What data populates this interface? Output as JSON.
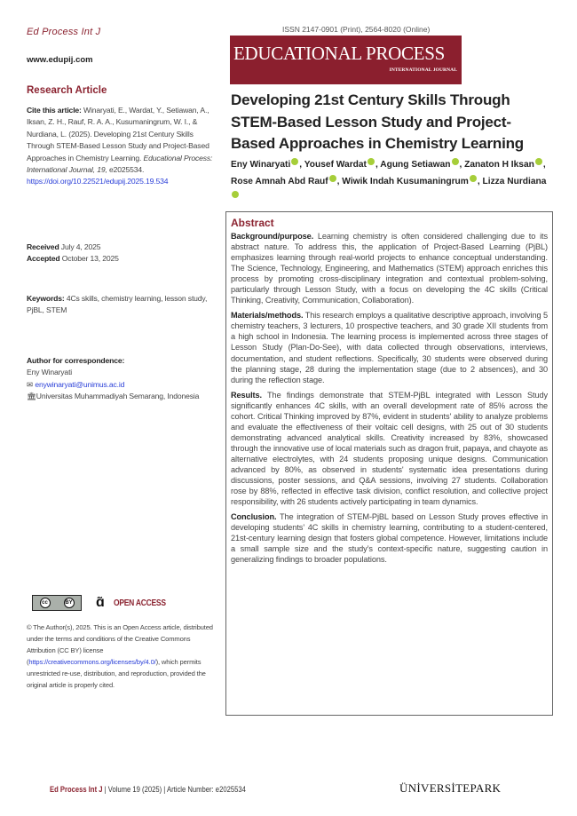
{
  "header": {
    "journal_short": "Ed Process Int J",
    "website": "www.edupij.com",
    "issn": "ISSN 2147-0901 (Print), 2564-8020 (Online)",
    "logo_main": "EDUCATIONAL PROCESS",
    "logo_sub": "INTERNATIONAL JOURNAL"
  },
  "sidebar": {
    "article_type": "Research Article",
    "cite_label": "Cite this article:",
    "cite_text": "Winaryati, E., Wardat, Y., Setiawan, A., Iksan, Z. H., Rauf, R. A. A., Kusumaningrum, W. I., & Nurdiana, L. (2025). Developing 21st Century Skills Through STEM-Based Lesson Study and Project-Based Approaches in Chemistry Learning.",
    "cite_journal": "Educational Process: International Journal, 19,",
    "cite_number": "e2025534.",
    "doi": "https://doi.org/10.22521/edupij.2025.19.534",
    "received_label": "Received",
    "received_date": "July 4, 2025",
    "accepted_label": "Accepted",
    "accepted_date": "October 13, 2025",
    "keywords_label": "Keywords:",
    "keywords": "4Cs skills, chemistry learning, lesson study, PjBL, STEM",
    "correspondence_label": "Author for correspondence:",
    "correspondence_name": "Eny Winaryati",
    "correspondence_email": "enywinaryati@unimus.ac.id",
    "correspondence_affiliation": "Universitas Muhammadiyah Semarang, Indonesia",
    "cc_label": "cc",
    "by_label": "BY",
    "open_access": "OPEN ACCESS",
    "license_pre": "© The Author(s), 2025. This is an Open Access article, distributed under the terms and conditions of the Creative Commons Attribution (CC BY) license (",
    "license_link": "https://creativecommons.org/licenses/by/4.0/",
    "license_post": "), which permits unrestricted re-use, distribution, and reproduction, provided the original article is properly cited."
  },
  "article": {
    "title": "Developing 21st Century Skills Through STEM-Based Lesson Study and Project-Based Approaches in Chemistry Learning",
    "authors": [
      "Eny Winaryati",
      "Yousef Wardat",
      "Agung Setiawan",
      "Zanaton H Iksan",
      "Rose Amnah Abd Rauf",
      "Wiwik Indah Kusumaningrum",
      "Lizza Nurdiana"
    ]
  },
  "abstract": {
    "heading": "Abstract",
    "sections": [
      {
        "label": "Background/purpose.",
        "text": " Learning chemistry is often considered challenging due to its abstract nature. To address this, the application of Project-Based Learning (PjBL) emphasizes learning through real-world projects to enhance conceptual understanding. The Science, Technology, Engineering, and Mathematics (STEM) approach enriches this process by promoting cross-disciplinary integration and contextual problem-solving, particularly through Lesson Study, with a focus on developing the 4C skills (Critical Thinking, Creativity, Communication, Collaboration)."
      },
      {
        "label": "Materials/methods.",
        "text": " This research employs a qualitative descriptive approach, involving 5 chemistry teachers, 3 lecturers, 10 prospective teachers, and 30 grade XII students from a high school in Indonesia. The learning process is implemented across three stages of Lesson Study (Plan-Do-See), with data collected through observations, interviews, documentation, and student reflections. Specifically, 30 students were observed during the planning stage, 28 during the implementation stage (due to 2 absences), and 30 during the reflection stage."
      },
      {
        "label": "Results.",
        "text": " The findings demonstrate that STEM-PjBL integrated with Lesson Study significantly enhances 4C skills, with an overall development rate of 85% across the cohort. Critical Thinking improved by 87%, evident in students' ability to analyze problems and evaluate the effectiveness of their voltaic cell designs, with 25 out of 30 students demonstrating advanced analytical skills. Creativity increased by 83%, showcased through the innovative use of local materials such as dragon fruit, papaya, and chayote as alternative electrolytes, with 24 students proposing unique designs. Communication advanced by 80%, as observed in students' systematic idea presentations during discussions, poster sessions, and Q&A sessions, involving 27 students. Collaboration rose by 88%, reflected in effective task division, conflict resolution, and collective project responsibility, with 26 students actively participating in team dynamics."
      },
      {
        "label": "Conclusion.",
        "text": " The integration of STEM-PjBL based on Lesson Study proves effective in developing students’ 4C skills in chemistry learning, contributing to a student-centered, 21st-century learning design that fosters global competence. However, limitations include a small sample size and the study’s context-specific nature, suggesting caution in generalizing findings to broader populations."
      }
    ]
  },
  "footer": {
    "journal": "Ed Process Int J",
    "details": " | Volume 19 (2025) | Article Number: e2025534",
    "publisher": "ÜNİVERSİTEPARK"
  },
  "colors": {
    "accent": "#8b2330",
    "logo_bg": "#8b1f2e",
    "link": "#2a3fd8",
    "orcid": "#a6ce39"
  }
}
